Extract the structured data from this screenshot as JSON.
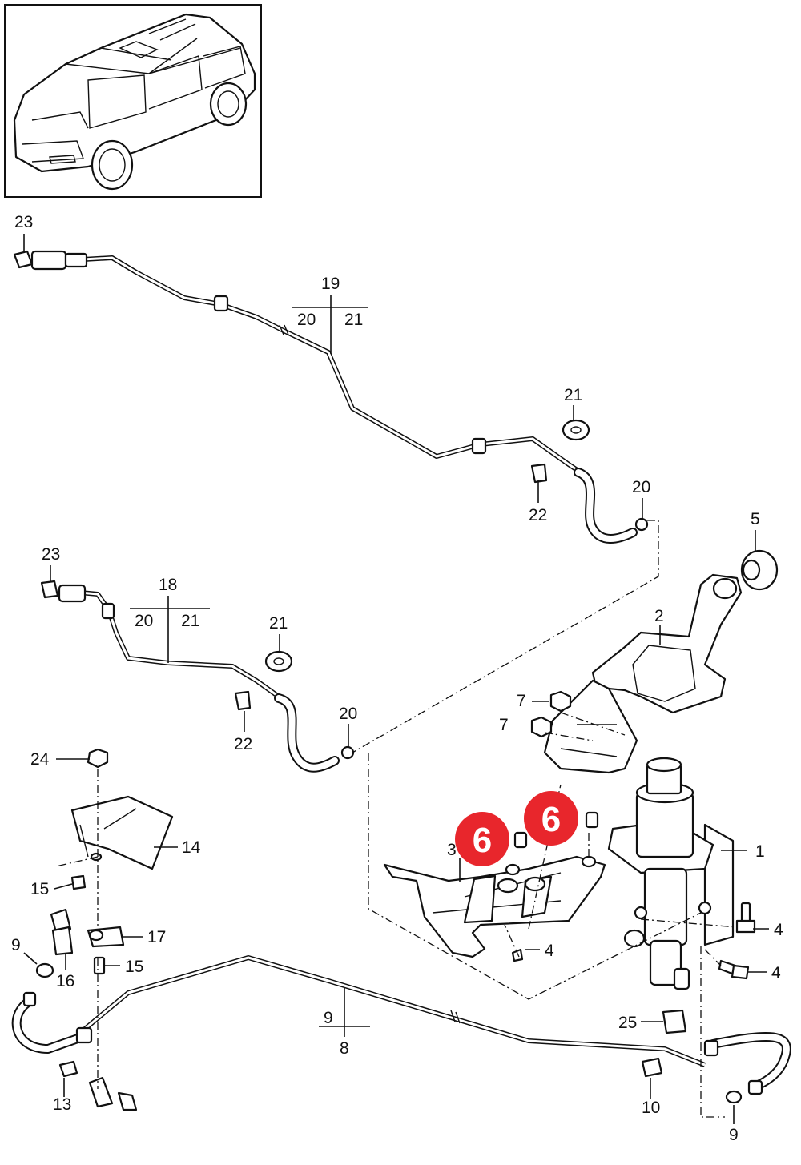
{
  "callouts": [
    {
      "id": "c23a",
      "text": "23"
    },
    {
      "id": "c19",
      "text": "19"
    },
    {
      "id": "c19a",
      "text": "20"
    },
    {
      "id": "c19b",
      "text": "21"
    },
    {
      "id": "c21a",
      "text": "21"
    },
    {
      "id": "c22a",
      "text": "22"
    },
    {
      "id": "c20a",
      "text": "20"
    },
    {
      "id": "c5",
      "text": "5"
    },
    {
      "id": "c23b",
      "text": "23"
    },
    {
      "id": "c18",
      "text": "18"
    },
    {
      "id": "c18a",
      "text": "20"
    },
    {
      "id": "c18b",
      "text": "21"
    },
    {
      "id": "c21b",
      "text": "21"
    },
    {
      "id": "c22b",
      "text": "22"
    },
    {
      "id": "c20b",
      "text": "20"
    },
    {
      "id": "c2",
      "text": "2"
    },
    {
      "id": "c7a",
      "text": "7"
    },
    {
      "id": "c7b",
      "text": "7"
    },
    {
      "id": "c24",
      "text": "24"
    },
    {
      "id": "c14",
      "text": "14"
    },
    {
      "id": "c15a",
      "text": "15"
    },
    {
      "id": "c3",
      "text": "3"
    },
    {
      "id": "c1",
      "text": "1"
    },
    {
      "id": "c4a",
      "text": "4"
    },
    {
      "id": "c4b",
      "text": "4"
    },
    {
      "id": "c4c",
      "text": "4"
    },
    {
      "id": "c9a",
      "text": "9"
    },
    {
      "id": "c16",
      "text": "16"
    },
    {
      "id": "c17",
      "text": "17"
    },
    {
      "id": "c15b",
      "text": "15"
    },
    {
      "id": "c9b",
      "text": "9"
    },
    {
      "id": "c8",
      "text": "8"
    },
    {
      "id": "c25",
      "text": "25"
    },
    {
      "id": "c13",
      "text": "13"
    },
    {
      "id": "c10",
      "text": "10"
    },
    {
      "id": "c9c",
      "text": "9"
    }
  ],
  "highlights": [
    {
      "id": "h1",
      "text": "6",
      "color": "#e8262c"
    },
    {
      "id": "h2",
      "text": "6",
      "color": "#e8262c"
    }
  ],
  "colors": {
    "line": "#111111",
    "background": "#ffffff",
    "highlight": "#e8262c"
  },
  "thumbnail": {
    "icon": "suv-vehicle-icon"
  }
}
